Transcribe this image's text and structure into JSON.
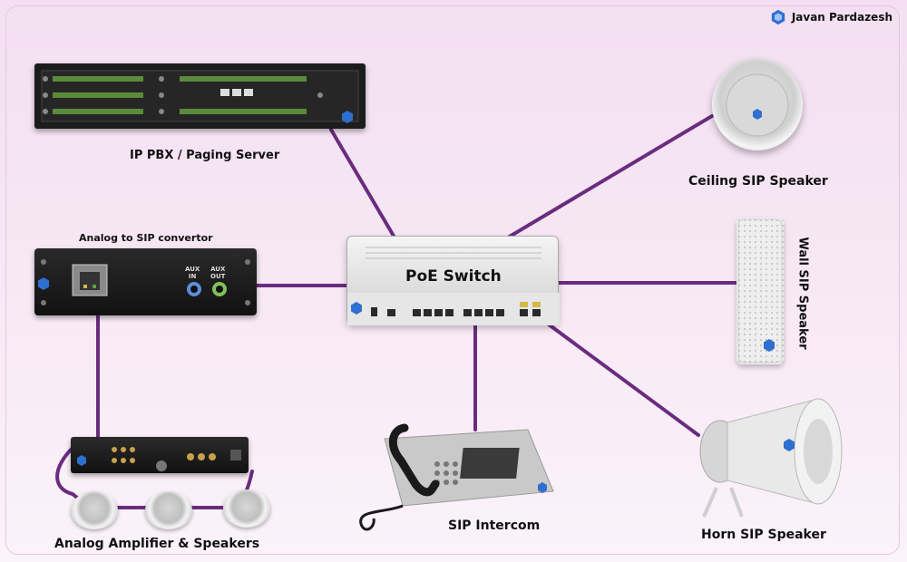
{
  "brand": {
    "name": "Javan Pardazesh",
    "logo_icon": "javan-pardazesh-logo-icon"
  },
  "devices": {
    "pbx": {
      "label": "IP PBX / Paging Server"
    },
    "converter": {
      "label": "Analog to SIP convertor",
      "aux_in": "AUX\nIN",
      "aux_out": "AUX\nOUT"
    },
    "switch": {
      "label": "PoE Switch"
    },
    "ceiling": {
      "label": "Ceiling SIP Speaker"
    },
    "wall": {
      "label": "Wall SIP Speaker"
    },
    "horn": {
      "label": "Horn SIP Speaker"
    },
    "intercom": {
      "label": "SIP Intercom"
    },
    "amplifier": {
      "label": "Analog Amplifier & Speakers"
    }
  },
  "colors": {
    "link": "#6a2c7e",
    "accent": "#2f6fd0"
  }
}
